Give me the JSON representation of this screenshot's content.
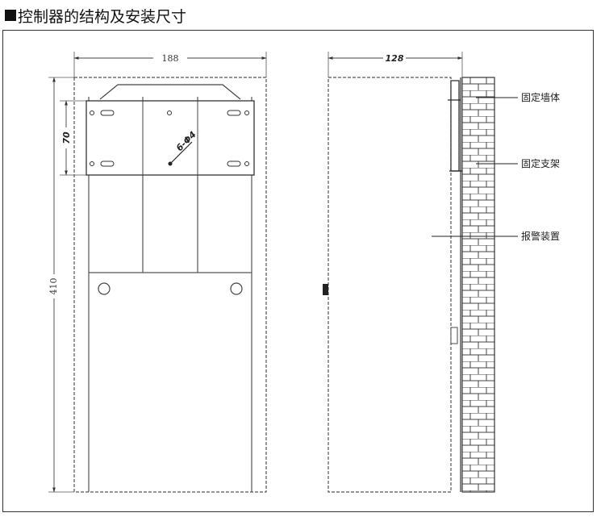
{
  "title": "控制器的结构及安装尺寸",
  "dimensions": {
    "front_width": "188",
    "front_height": "410",
    "bracket_height": "70",
    "hole": "6-Φ4",
    "side_depth": "128"
  },
  "callouts": {
    "wall": "固定墙体",
    "bracket": "固定支架",
    "device": "报警装置"
  }
}
